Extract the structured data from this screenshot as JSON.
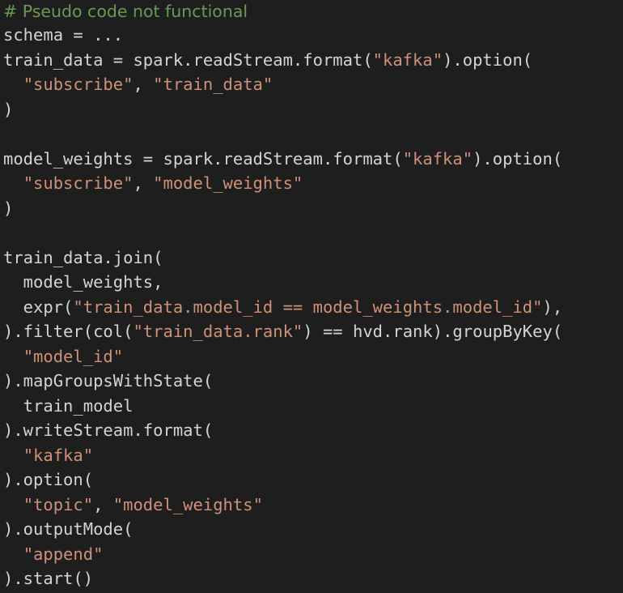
{
  "editor": {
    "background": "#1e1e1e",
    "colors": {
      "plain": "#d4d4d4",
      "string": "#ce9178",
      "comment": "#6a9955"
    },
    "lines": [
      [
        {
          "t": "comment",
          "v": "# Pseudo code not functional"
        }
      ],
      [
        {
          "t": "plain",
          "v": "schema = ..."
        }
      ],
      [
        {
          "t": "plain",
          "v": "train_data = spark.readStream.format("
        },
        {
          "t": "string",
          "v": "\"kafka\""
        },
        {
          "t": "plain",
          "v": ").option("
        }
      ],
      [
        {
          "t": "plain",
          "v": "  "
        },
        {
          "t": "string",
          "v": "\"subscribe\""
        },
        {
          "t": "plain",
          "v": ", "
        },
        {
          "t": "string",
          "v": "\"train_data\""
        }
      ],
      [
        {
          "t": "plain",
          "v": ")"
        }
      ],
      [
        {
          "t": "plain",
          "v": ""
        }
      ],
      [
        {
          "t": "plain",
          "v": "model_weights = spark.readStream.format("
        },
        {
          "t": "string",
          "v": "\"kafka\""
        },
        {
          "t": "plain",
          "v": ").option("
        }
      ],
      [
        {
          "t": "plain",
          "v": "  "
        },
        {
          "t": "string",
          "v": "\"subscribe\""
        },
        {
          "t": "plain",
          "v": ", "
        },
        {
          "t": "string",
          "v": "\"model_weights\""
        }
      ],
      [
        {
          "t": "plain",
          "v": ")"
        }
      ],
      [
        {
          "t": "plain",
          "v": ""
        }
      ],
      [
        {
          "t": "plain",
          "v": "train_data.join("
        }
      ],
      [
        {
          "t": "plain",
          "v": "  model_weights,"
        }
      ],
      [
        {
          "t": "plain",
          "v": "  expr("
        },
        {
          "t": "string",
          "v": "\"train_data.model_id == model_weights.model_id\""
        },
        {
          "t": "plain",
          "v": "),"
        }
      ],
      [
        {
          "t": "plain",
          "v": ").filter(col("
        },
        {
          "t": "string",
          "v": "\"train_data.rank\""
        },
        {
          "t": "plain",
          "v": ") == hvd.rank).groupByKey("
        }
      ],
      [
        {
          "t": "plain",
          "v": "  "
        },
        {
          "t": "string",
          "v": "\"model_id\""
        }
      ],
      [
        {
          "t": "plain",
          "v": ").mapGroupsWithState("
        }
      ],
      [
        {
          "t": "plain",
          "v": "  train_model"
        }
      ],
      [
        {
          "t": "plain",
          "v": ").writeStream.format("
        }
      ],
      [
        {
          "t": "plain",
          "v": "  "
        },
        {
          "t": "string",
          "v": "\"kafka\""
        }
      ],
      [
        {
          "t": "plain",
          "v": ").option("
        }
      ],
      [
        {
          "t": "plain",
          "v": "  "
        },
        {
          "t": "string",
          "v": "\"topic\""
        },
        {
          "t": "plain",
          "v": ", "
        },
        {
          "t": "string",
          "v": "\"model_weights\""
        }
      ],
      [
        {
          "t": "plain",
          "v": ").outputMode("
        }
      ],
      [
        {
          "t": "plain",
          "v": "  "
        },
        {
          "t": "string",
          "v": "\"append\""
        }
      ],
      [
        {
          "t": "plain",
          "v": ").start()"
        }
      ]
    ]
  }
}
